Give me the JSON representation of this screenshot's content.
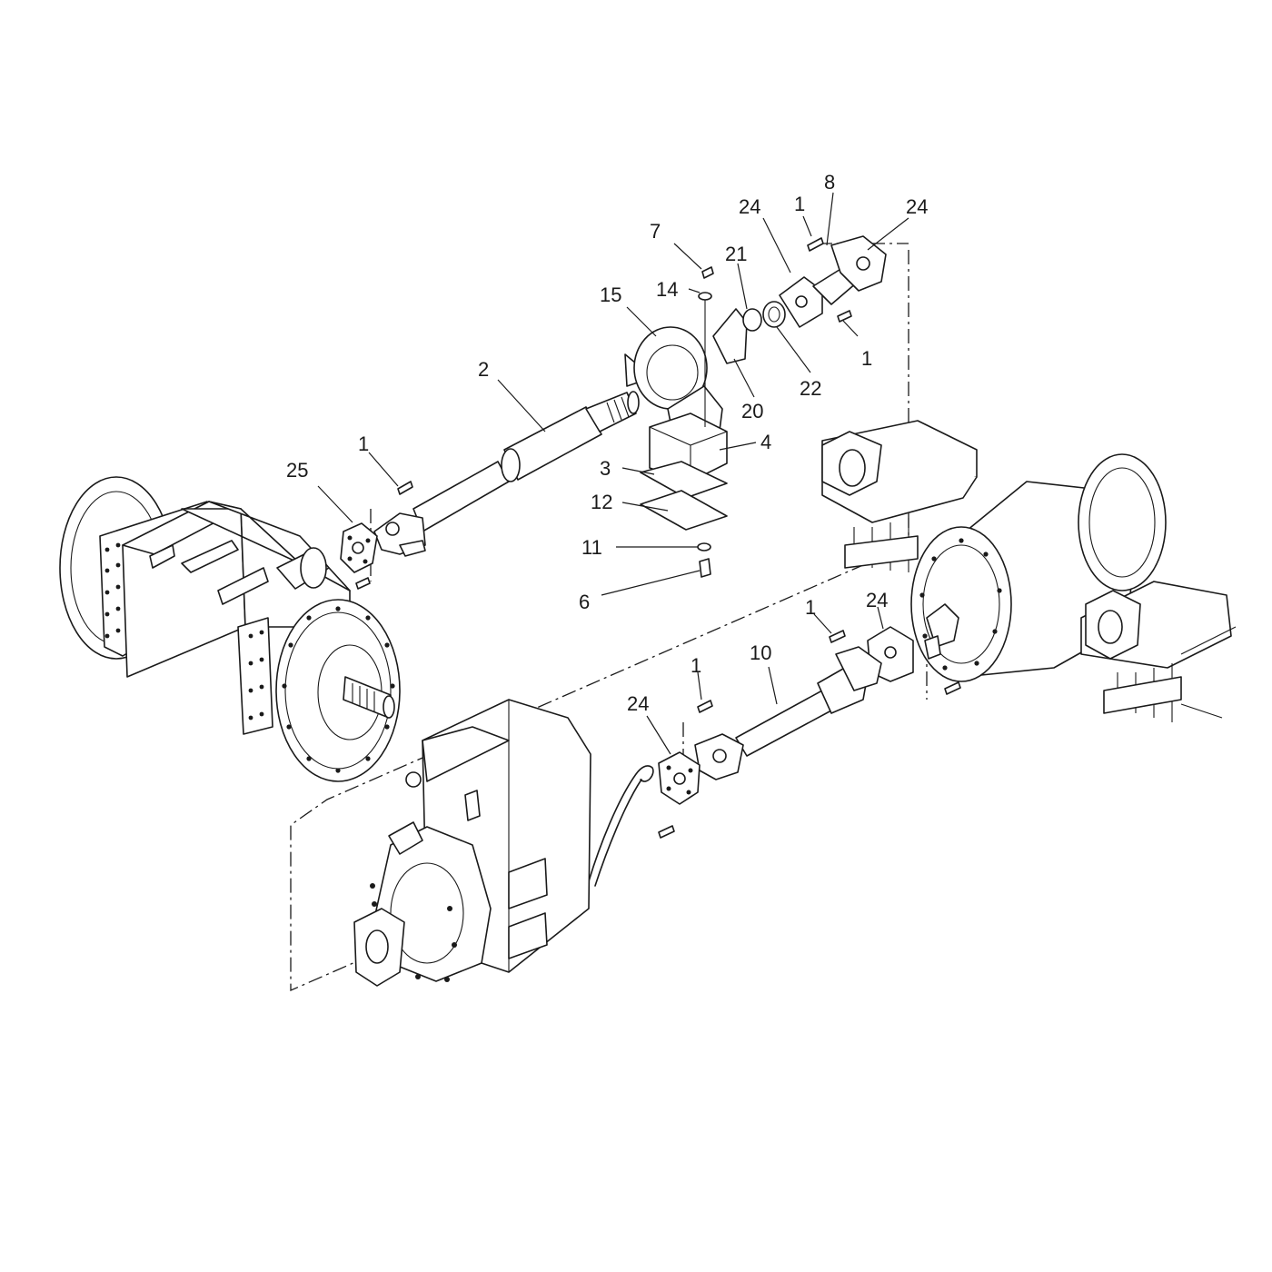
{
  "diagram": {
    "callouts": [
      {
        "id": "c8",
        "text": "8"
      },
      {
        "id": "c24a",
        "text": "24"
      },
      {
        "id": "c1a",
        "text": "1"
      },
      {
        "id": "c24b",
        "text": "24"
      },
      {
        "id": "c7",
        "text": "7"
      },
      {
        "id": "c21",
        "text": "21"
      },
      {
        "id": "c14",
        "text": "14"
      },
      {
        "id": "c15",
        "text": "15"
      },
      {
        "id": "c1b",
        "text": "1"
      },
      {
        "id": "c2",
        "text": "2"
      },
      {
        "id": "c22",
        "text": "22"
      },
      {
        "id": "c20",
        "text": "20"
      },
      {
        "id": "c4",
        "text": "4"
      },
      {
        "id": "c1c",
        "text": "1"
      },
      {
        "id": "c25",
        "text": "25"
      },
      {
        "id": "c3",
        "text": "3"
      },
      {
        "id": "c12",
        "text": "12"
      },
      {
        "id": "c11",
        "text": "11"
      },
      {
        "id": "c6",
        "text": "6"
      },
      {
        "id": "c1d",
        "text": "1"
      },
      {
        "id": "c24c",
        "text": "24"
      },
      {
        "id": "c10",
        "text": "10"
      },
      {
        "id": "c1e",
        "text": "1"
      },
      {
        "id": "c24d",
        "text": "24"
      }
    ]
  }
}
